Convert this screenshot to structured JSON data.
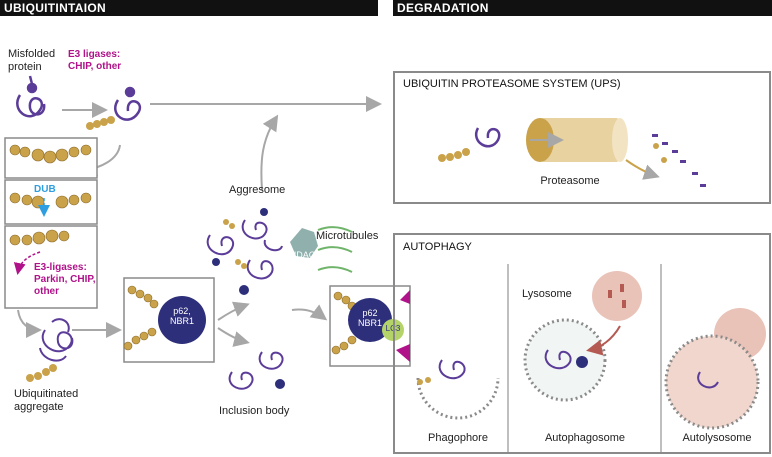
{
  "headers": {
    "left": "UBIQUITINTAION",
    "right": "DEGRADATION"
  },
  "labels": {
    "misfolded_protein": "Misfolded protein",
    "e3_ligases": "E3 ligases: CHIP, other",
    "dub": "DUB",
    "e3_ligases_2": "E3-ligases: Parkin, CHIP, other",
    "ubiquitinated_aggregate": "Ubiquitinated aggregate",
    "aggresome": "Aggresome",
    "microtubules": "Microtubules",
    "hdac6": "HDAC6",
    "p62_nbr1_a": "p62, NBR1",
    "p62_nbr1_b": "p62 NBR1",
    "lc3": "LC3",
    "inclusion_body": "Inclusion body"
  },
  "ups": {
    "title": "UBIQUITIN PROTEASOME SYSTEM (UPS)",
    "proteasome": "Proteasome"
  },
  "autophagy": {
    "title": "AUTOPHAGY",
    "lysosome": "Lysosome",
    "phagophore": "Phagophore",
    "autophagosome": "Autophagosome",
    "autolysosome": "Autolysosome"
  },
  "colors": {
    "protein": "#5b3c98",
    "ubiquitin": "#c9a24a",
    "magenta": "#b0128a",
    "p62": "#2e2f7a",
    "hdac6": "#8fb0ad",
    "lc3": "#b4d46a",
    "lysosome": "#e9c2b8",
    "arrow": "#a7a7a7"
  }
}
